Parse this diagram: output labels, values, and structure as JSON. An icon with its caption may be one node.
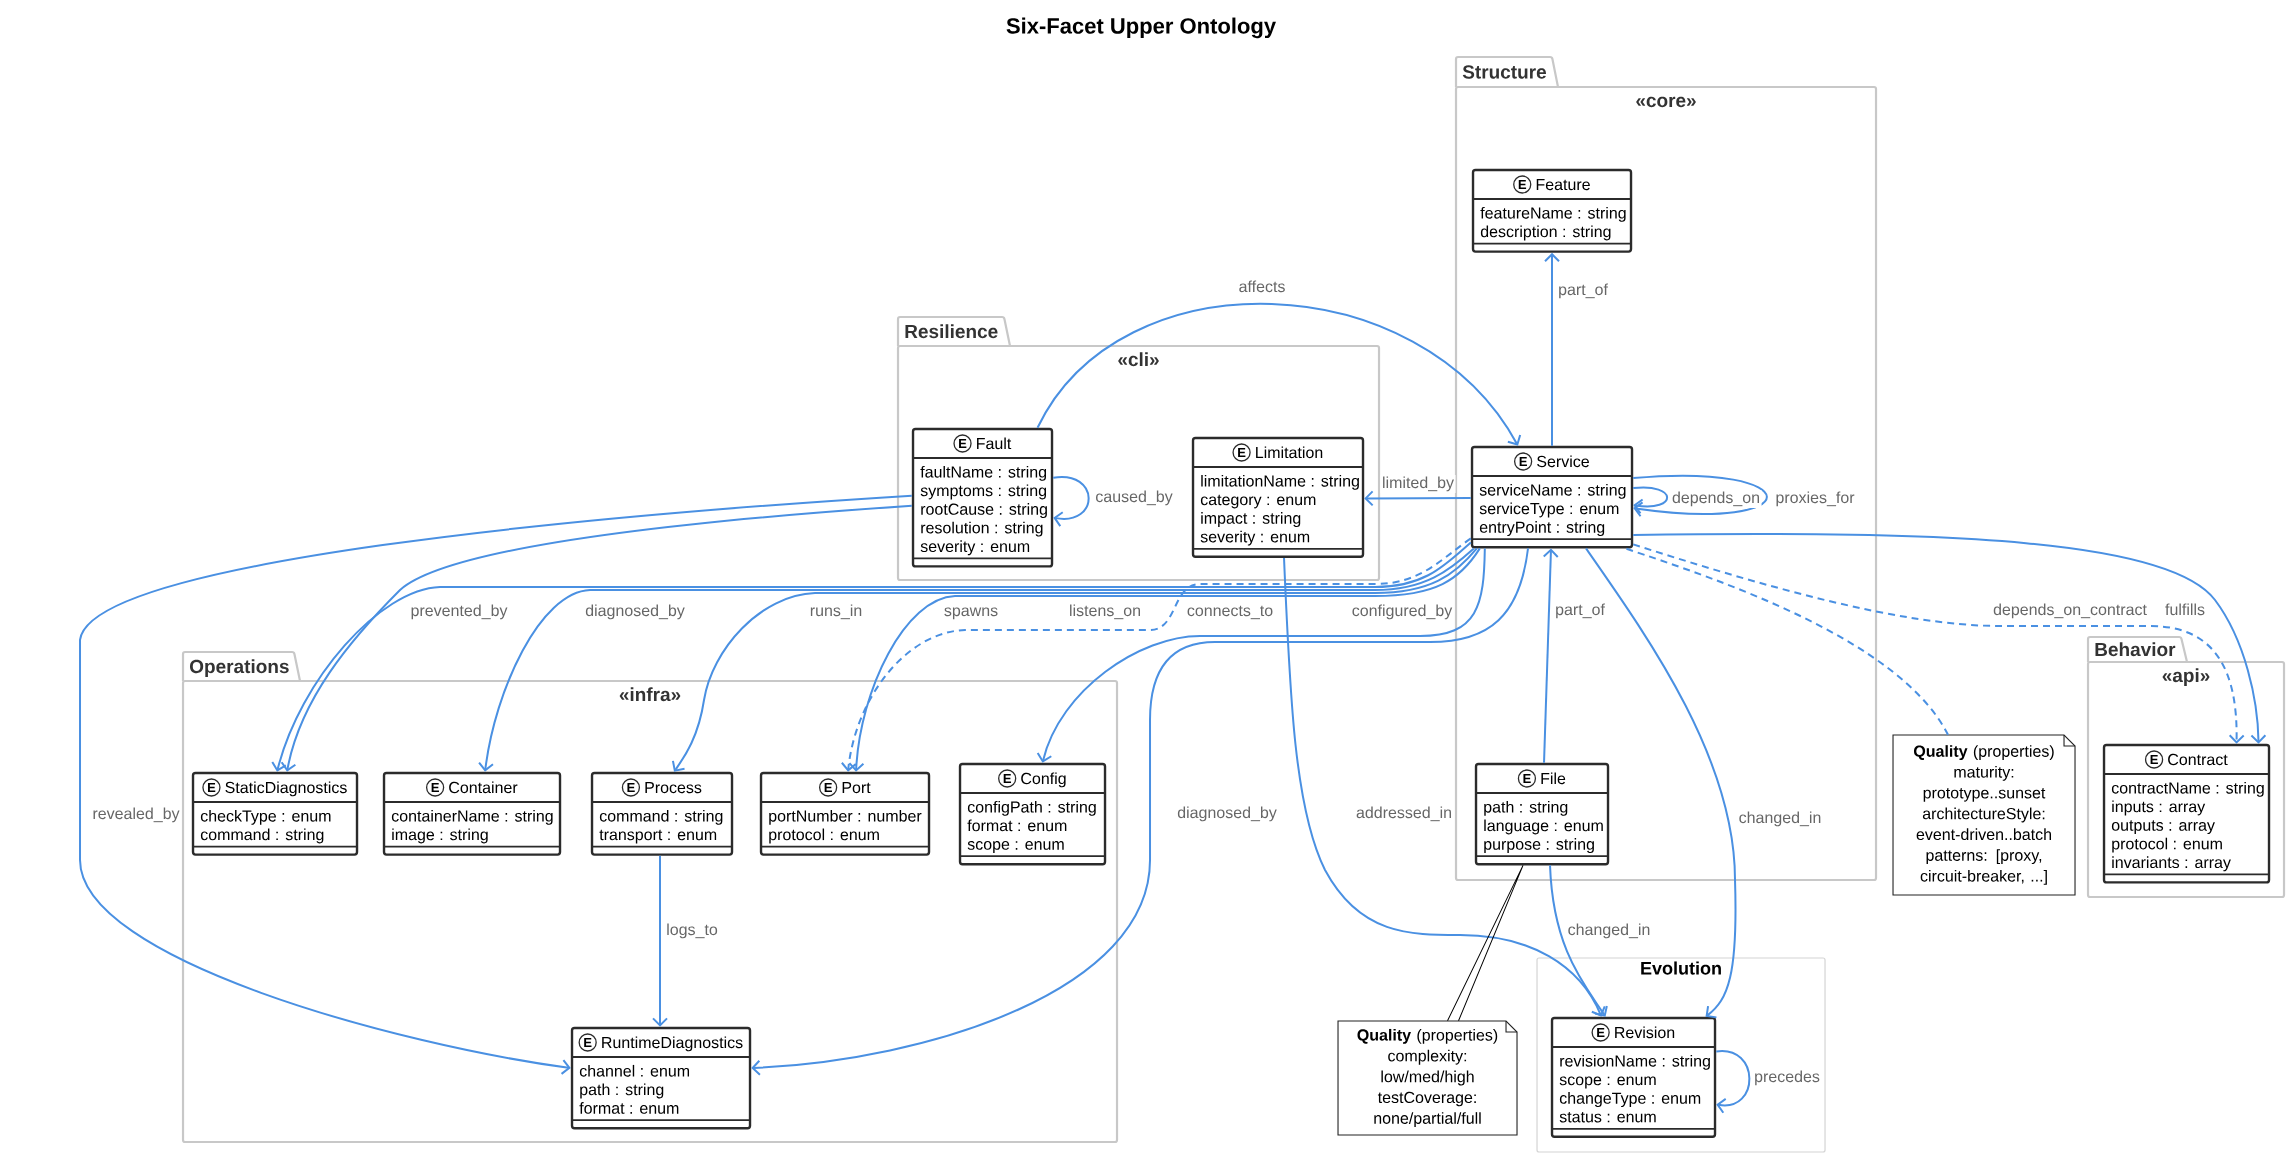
{
  "diagram": {
    "title": "Six-Facet Upper Ontology",
    "nodes": [
      {
        "text": [
          "Structure",
          "«core»"
        ]
      },
      {
        "text": [
          "E",
          "Feature",
          "featureName : string",
          "description : string"
        ],
        "in": 0
      },
      {
        "text": [
          "E",
          "Service",
          "serviceName : string",
          "serviceType : enum",
          "entryPoint : string"
        ],
        "in": 0
      },
      {
        "text": [
          "E",
          "File",
          "path : string",
          "language : enum",
          "purpose : string"
        ],
        "in": 0
      },
      {
        "text": [
          "Resilience",
          "«cli»"
        ]
      },
      {
        "text": [
          "E",
          "Fault",
          "faultName : string",
          "symptoms : string",
          "rootCause : string",
          "resolution : string",
          "severity : enum"
        ],
        "in": 4
      },
      {
        "text": [
          "E",
          "Limitation",
          "limitationName : string",
          "category : enum",
          "impact : string",
          "severity : enum"
        ],
        "in": 4
      },
      {
        "text": [
          "Operations",
          "«infra»"
        ]
      },
      {
        "text": [
          "E",
          "StaticDiagnostics",
          "checkType : enum",
          "command : string"
        ],
        "in": 7
      },
      {
        "text": [
          "E",
          "Container",
          "containerName : string",
          "image : string"
        ],
        "in": 7
      },
      {
        "text": [
          "E",
          "Process",
          "command : string",
          "transport : enum"
        ],
        "in": 7
      },
      {
        "text": [
          "E",
          "Port",
          "portNumber : number",
          "protocol : enum"
        ],
        "in": 7
      },
      {
        "text": [
          "E",
          "Config",
          "configPath : string",
          "format : enum",
          "scope : enum"
        ],
        "in": 7
      },
      {
        "text": [
          "E",
          "RuntimeDiagnostics",
          "channel : enum",
          "path : string",
          "format : enum"
        ],
        "in": 7
      },
      {
        "text": [
          "Behavior",
          "«api»"
        ]
      },
      {
        "text": [
          "E",
          "Contract",
          "contractName : string",
          "inputs : array",
          "outputs : array",
          "protocol : enum",
          "invariants : array"
        ],
        "in": 14
      },
      {
        "text": [
          "**Quality** (properties) maturity: prototype..sunset architectureStyle: event-driven..batch patterns: [proxy, circuit-breaker, ...]"
        ]
      },
      {
        "text": [
          "Evolution"
        ]
      },
      {
        "text": [
          "E",
          "Revision",
          "revisionName : string",
          "scope : enum",
          "changeType : enum",
          "status : enum"
        ],
        "in": 17
      },
      {
        "text": [
          "**Quality** (properties) complexity: low/med/high testCoverage: none/partial/full"
        ]
      }
    ],
    "edges": [
      {
        "from": 5,
        "to": 2,
        "arrow": "to",
        "label": "affects"
      },
      {
        "from": 2,
        "to": 1,
        "arrow": "to",
        "label": "part_of"
      },
      {
        "from": 5,
        "to": 5,
        "arrow": "to",
        "label": "caused_by"
      },
      {
        "from": 2,
        "to": 6,
        "arrow": "to",
        "label": "limited_by"
      },
      {
        "from": 2,
        "to": 2,
        "arrow": "to",
        "label": "depends_on"
      },
      {
        "from": 2,
        "to": 2,
        "arrow": "to",
        "label": "proxies_for"
      },
      {
        "from": 5,
        "to": 8,
        "arrow": "to",
        "label": "prevented_by"
      },
      {
        "from": 2,
        "to": 8,
        "arrow": "to",
        "label": "diagnosed_by"
      },
      {
        "from": 2,
        "to": 9,
        "arrow": "to",
        "label": "runs_in"
      },
      {
        "from": 2,
        "to": 10,
        "arrow": "to",
        "label": "spawns"
      },
      {
        "from": 2,
        "to": 11,
        "arrow": "to",
        "label": "listens_on"
      },
      {
        "from": 2,
        "to": 11,
        "arrow": "to",
        "label": "connects_to",
        "style": "dashed"
      },
      {
        "from": 2,
        "to": 12,
        "arrow": "to",
        "label": "configured_by"
      },
      {
        "from": 2,
        "to": 15,
        "arrow": "to",
        "label": "depends_on_contract",
        "style": "dashed"
      },
      {
        "from": 2,
        "to": 15,
        "arrow": "to",
        "label": "fulfills"
      },
      {
        "from": 16,
        "to": 2,
        "arrow": "none",
        "style": "dashed"
      },
      {
        "from": 3,
        "to": 2,
        "arrow": "to",
        "label": "part_of"
      },
      {
        "from": 5,
        "to": 13,
        "arrow": "to",
        "label": "revealed_by"
      },
      {
        "from": 2,
        "to": 13,
        "arrow": "to",
        "label": "diagnosed_by"
      },
      {
        "from": 6,
        "to": 18,
        "arrow": "to",
        "label": "addressed_in"
      },
      {
        "from": 2,
        "to": 18,
        "arrow": "to",
        "label": "changed_in"
      },
      {
        "from": 3,
        "to": 18,
        "arrow": "to",
        "label": "changed_in"
      },
      {
        "from": 19,
        "to": 3,
        "arrow": "none",
        "color": "#000000"
      },
      {
        "from": 10,
        "to": 13,
        "arrow": "to",
        "label": "logs_to"
      },
      {
        "from": 18,
        "to": 18,
        "arrow": "to",
        "label": "precedes"
      }
    ]
  }
}
